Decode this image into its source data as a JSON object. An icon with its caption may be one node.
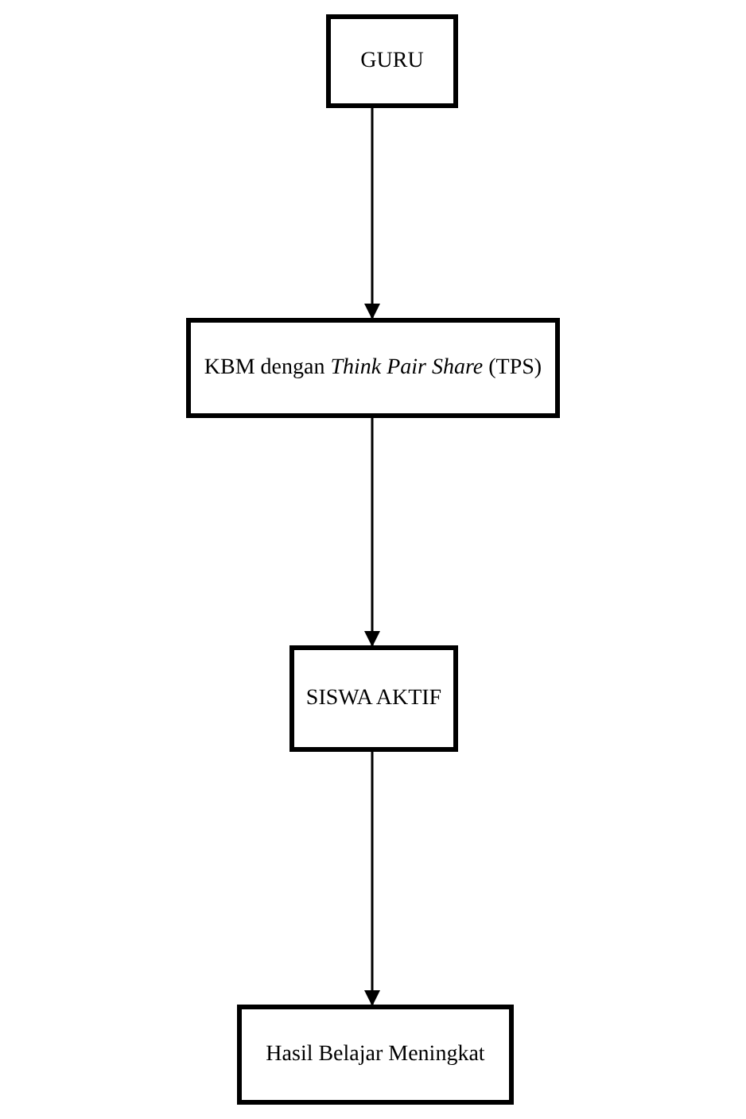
{
  "diagram": {
    "nodes": [
      {
        "text": [
          "GURU"
        ]
      },
      {
        "text": [
          "KBM dengan *Think Pair Share* (TPS)"
        ]
      },
      {
        "text": [
          "SISWA AKTIF"
        ]
      },
      {
        "text": [
          "Hasil Belajar Meningkat"
        ]
      }
    ],
    "edges": [
      {
        "from": 0,
        "to": 1,
        "arrow": "to"
      },
      {
        "from": 1,
        "to": 2,
        "arrow": "to"
      },
      {
        "from": 2,
        "to": 3,
        "arrow": "to"
      }
    ]
  }
}
